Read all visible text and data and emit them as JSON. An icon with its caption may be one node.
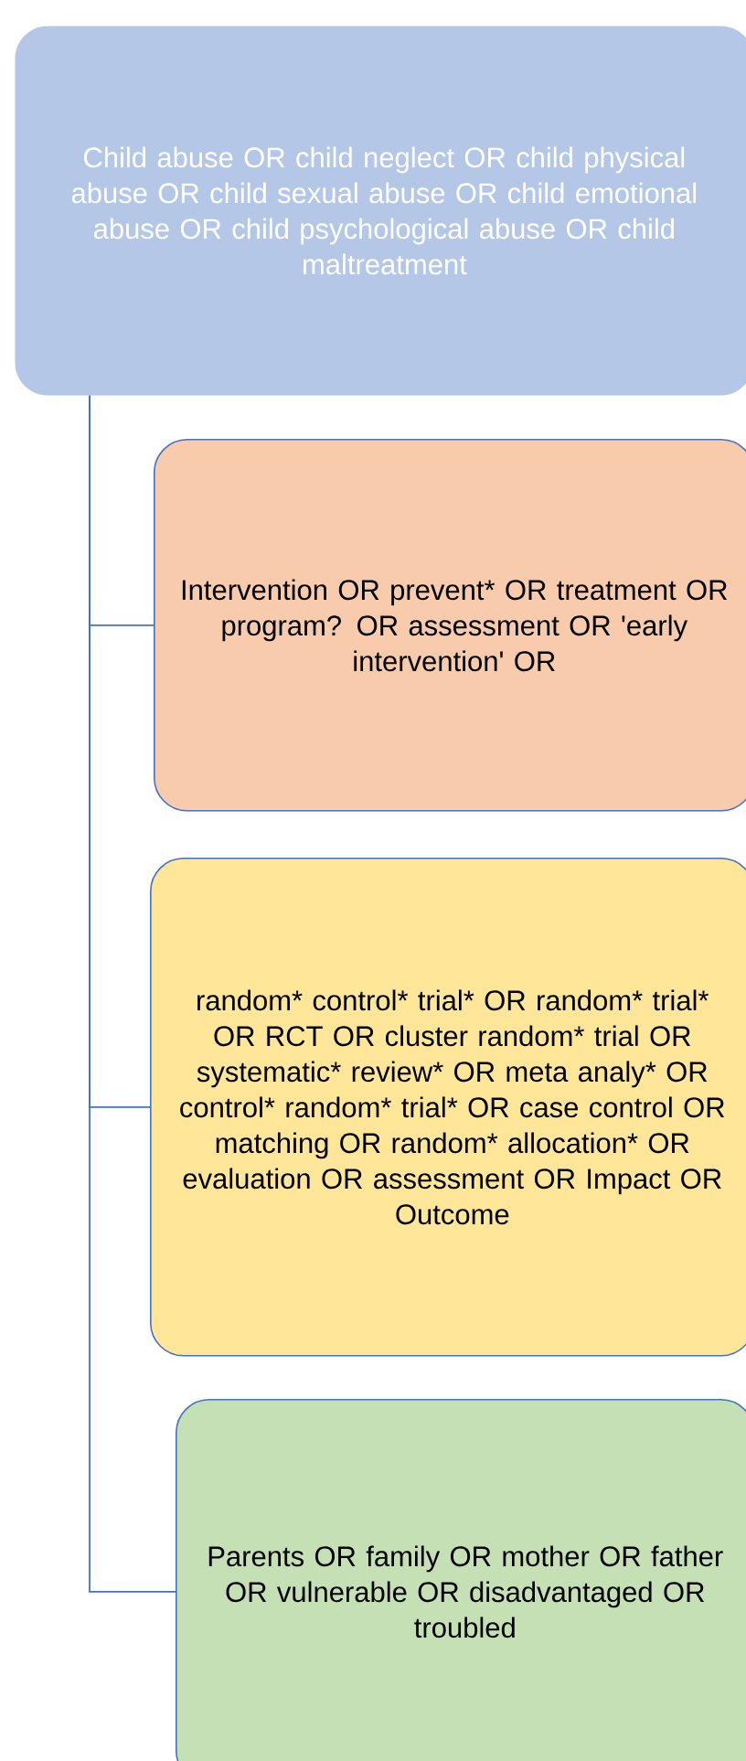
{
  "diagram": {
    "nodes": [
      {
        "text": [
          "Child abuse OR child neglect OR child physical abuse OR child sexual abuse OR child emotional abuse OR child psychological abuse OR child maltreatment"
        ]
      },
      {
        "text": [
          "Intervention OR prevent* OR treatment OR program? OR assessment OR 'early intervention' OR"
        ]
      },
      {
        "text": [
          "random* control* trial* OR random* trial* OR RCT OR cluster random* trial OR systematic* review* OR meta analy* OR control* random* trial* OR case control OR matching OR random* allocation* OR evaluation OR assessment OR Impact OR Outcome"
        ]
      },
      {
        "text": [
          "Parents OR family OR mother OR father OR vulnerable OR disadvantaged OR troubled"
        ]
      }
    ],
    "edges": [
      {
        "from": 0,
        "to": 1,
        "arrow": "none"
      },
      {
        "from": 0,
        "to": 2,
        "arrow": "none"
      },
      {
        "from": 0,
        "to": 3,
        "arrow": "none"
      }
    ]
  }
}
